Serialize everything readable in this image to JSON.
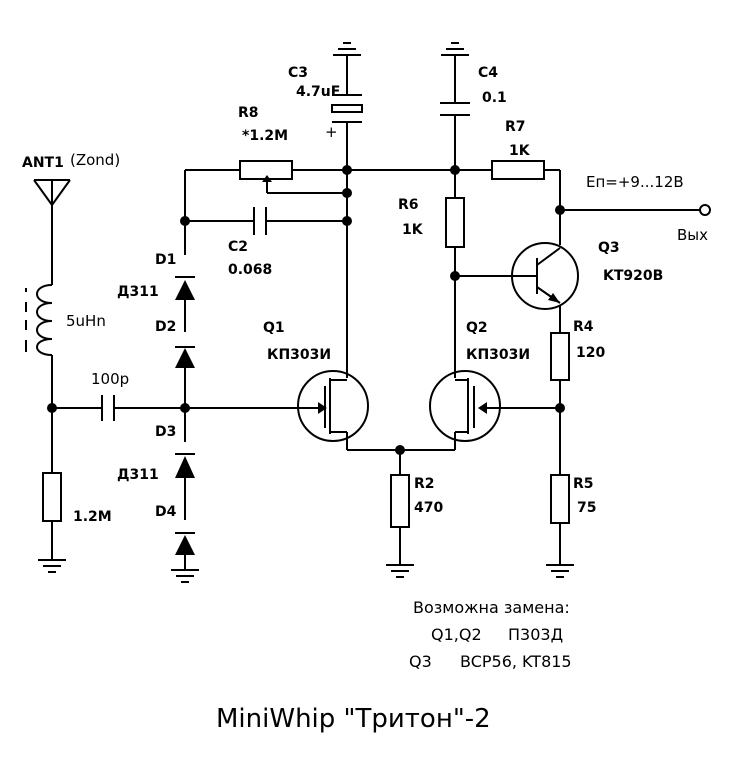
{
  "antenna": {
    "ref": "ANT1",
    "note": "(Zond)"
  },
  "inductor": {
    "value": "5uHn"
  },
  "cap_in": {
    "value": "100p"
  },
  "r_in": {
    "value": "1.2M"
  },
  "diodes": {
    "d1": "D1",
    "d2": "D2",
    "d3": "D3",
    "d4": "D4",
    "type_top": "Д311",
    "type_bot": "Д311"
  },
  "r8": {
    "ref": "R8",
    "value": "*1.2M"
  },
  "c2": {
    "ref": "C2",
    "value": "0.068"
  },
  "c3": {
    "ref": "C3",
    "value": "4.7uF",
    "polarity": "+"
  },
  "c4": {
    "ref": "C4",
    "value": "0.1"
  },
  "r6": {
    "ref": "R6",
    "value": "1K"
  },
  "r7": {
    "ref": "R7",
    "value": "1K"
  },
  "q1": {
    "ref": "Q1",
    "type": "КП303И"
  },
  "q2": {
    "ref": "Q2",
    "type": "КП303И"
  },
  "q3": {
    "ref": "Q3",
    "type": "KT920B"
  },
  "r2": {
    "ref": "R2",
    "value": "470"
  },
  "r4": {
    "ref": "R4",
    "value": "120"
  },
  "r5": {
    "ref": "R5",
    "value": "75"
  },
  "supply": {
    "label": "Eп=+9...12В"
  },
  "output": {
    "label": "Вых"
  },
  "notes": {
    "heading": "Возможна замена:",
    "line1_parts": "Q1,Q2",
    "line1_alt": "П303Д",
    "line2_parts": "Q3",
    "line2_alt": "BCP56, KT815"
  },
  "title": "MiniWhip \"Тритон\"-2"
}
